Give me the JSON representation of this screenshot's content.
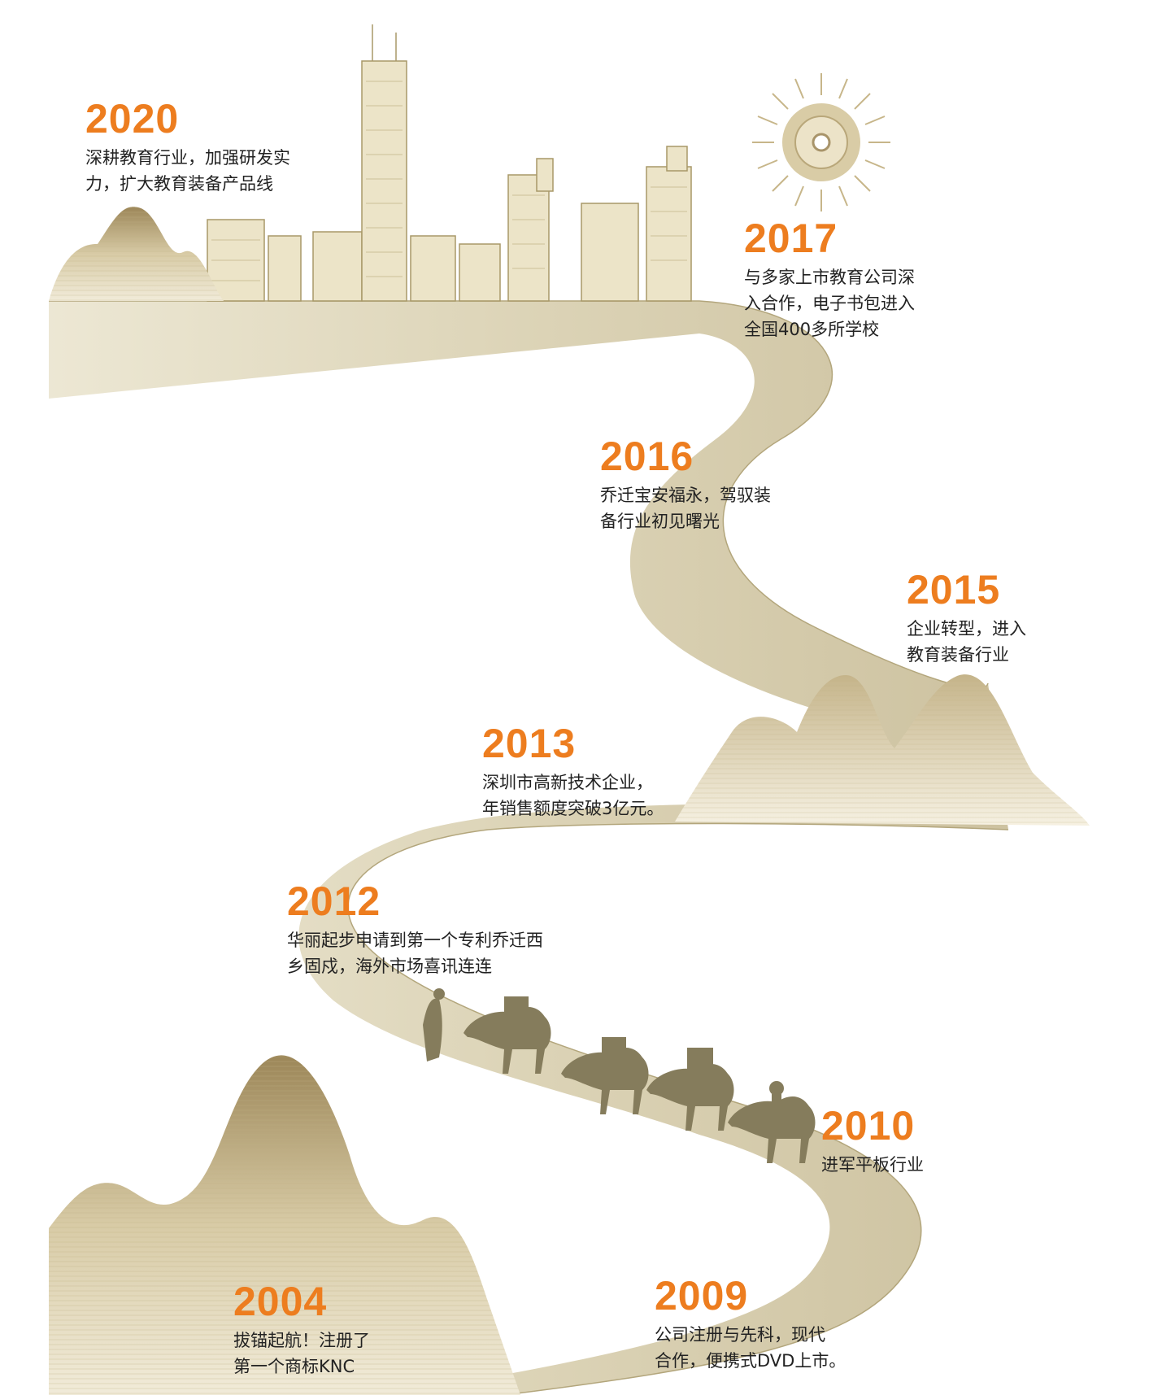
{
  "milestones": [
    {
      "year": "2020",
      "lines": [
        "深耕教育行业，加强研发实",
        "力，扩大教育装备产品线"
      ]
    },
    {
      "year": "2017",
      "lines": [
        "与多家上市教育公司深",
        "入合作，电子书包进入",
        "全国400多所学校"
      ]
    },
    {
      "year": "2016",
      "lines": [
        "乔迁宝安福永，驾驭装",
        "备行业初见曙光"
      ]
    },
    {
      "year": "2015",
      "lines": [
        "企业转型，进入",
        "教育装备行业"
      ]
    },
    {
      "year": "2013",
      "lines": [
        "深圳市高新技术企业，",
        "年销售额度突破3亿元。"
      ]
    },
    {
      "year": "2012",
      "lines": [
        "华丽起步申请到第一个专利乔迁西",
        "乡固戍，海外市场喜讯连连"
      ]
    },
    {
      "year": "2010",
      "lines": [
        "进军平板行业"
      ]
    },
    {
      "year": "2009",
      "lines": [
        "公司注册与先科，现代",
        "合作，便携式DVD上市。"
      ]
    },
    {
      "year": "2004",
      "lines": [
        "拔锚起航！注册了",
        "第一个商标KNC"
      ]
    }
  ],
  "colors": {
    "accent": "#ed7d1f",
    "road": "#cfc6a6",
    "road_line": "#b3a67c",
    "mountain": "#a8946a",
    "silhouette": "#857c5c",
    "text": "#222222"
  },
  "icons": [
    "sun-icon",
    "camel-caravan-icon",
    "city-skyline-icon",
    "mountain-icon"
  ]
}
